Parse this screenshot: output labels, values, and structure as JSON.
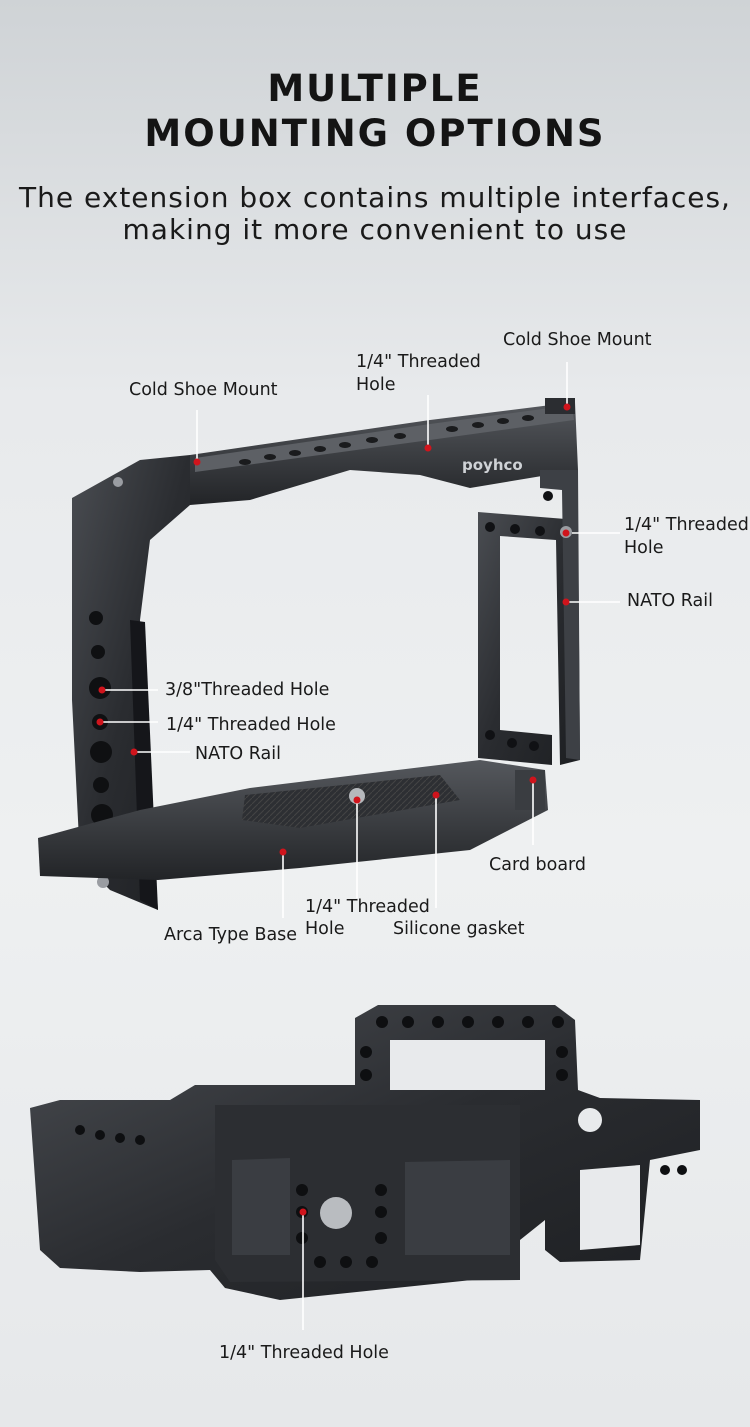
{
  "header": {
    "title_line1": "MULTIPLE",
    "title_line2": "MOUNTING OPTIONS",
    "subtitle_line1": "The extension box contains multiple interfaces,",
    "subtitle_line2": "making it more convenient to use"
  },
  "product": {
    "brand": "poyhco"
  },
  "callouts": {
    "cold_shoe_left": "Cold Shoe Mount",
    "threaded_top_line1": "1/4\" Threaded",
    "threaded_top_line2": "Hole",
    "cold_shoe_right": "Cold Shoe Mount",
    "threaded_right_line1": "1/4\" Threaded",
    "threaded_right_line2": "Hole",
    "nato_rail_right": "NATO Rail",
    "threaded_38": "3/8\"Threaded Hole",
    "threaded_14_left": "1/4\" Threaded Hole",
    "nato_rail_left": "NATO Rail",
    "card_board": "Card board",
    "threaded_bottom_line1": "1/4\" Threaded",
    "threaded_bottom_line2": "Hole",
    "silicone_gasket": "Silicone gasket",
    "arca_base": "Arca Type Base",
    "threaded_back": "1/4\" Threaded Hole"
  },
  "colors": {
    "callout_red": "#d0141c",
    "metal_dark": "#26282b",
    "metal_mid": "#3a3d41",
    "background": "#e8eaec"
  }
}
